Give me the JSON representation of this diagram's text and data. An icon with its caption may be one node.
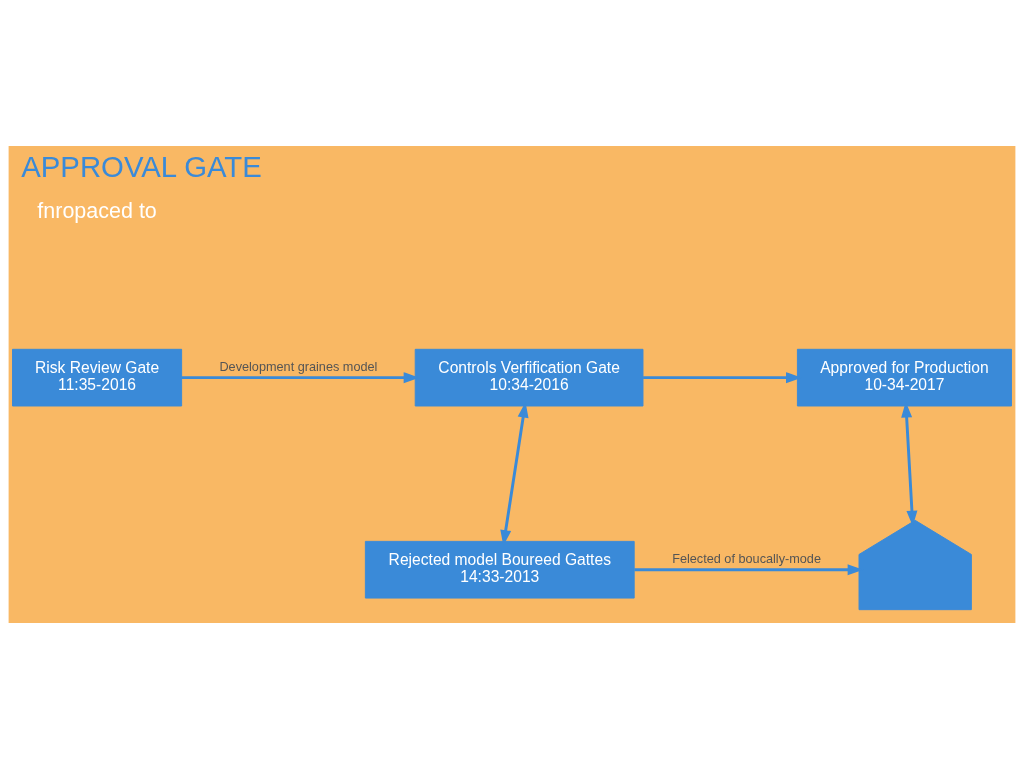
{
  "diagram": {
    "title": "APPROVAL GATE",
    "nodes": [
      {
        "text": [
          "Risk Review Gate",
          "11:35-2016"
        ]
      },
      {
        "text": [
          "Controls Verfification Gate",
          "10:34-2016"
        ]
      },
      {
        "text": [
          "Approved for Production",
          "10-34-2017"
        ]
      },
      {
        "text": [
          "Rejected model Boureed Gattes",
          "14:33-2013"
        ]
      },
      {
        "text": [],
        "shape": "picture"
      }
    ],
    "edges": [
      {
        "from": 0,
        "to": 1,
        "arrow": "to",
        "label": "Development graines model"
      },
      {
        "from": 1,
        "to": 2,
        "arrow": "to"
      },
      {
        "from": 1,
        "to": 3,
        "arrow": "both"
      },
      {
        "from": 2,
        "to": 4,
        "arrow": "both"
      },
      {
        "from": 3,
        "to": 4,
        "arrow": "to",
        "label": "Felected of boucally-mode"
      }
    ],
    "labels": [
      "fnropaced to"
    ]
  }
}
